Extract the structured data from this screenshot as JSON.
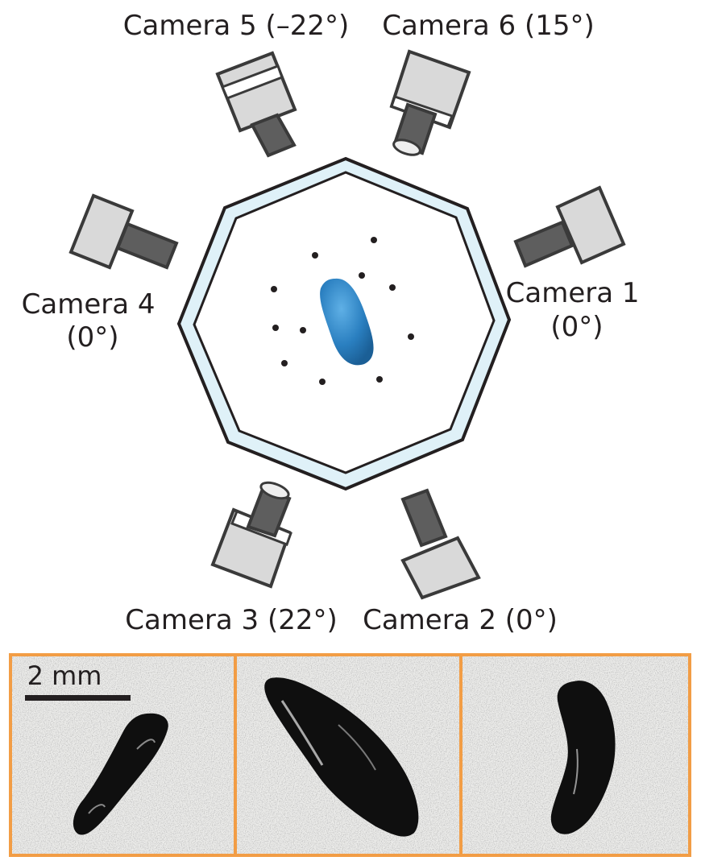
{
  "cameras": [
    {
      "id": "camera-1",
      "label_lines": [
        "Camera 1",
        "(0°)"
      ]
    },
    {
      "id": "camera-2",
      "label_lines": [
        "Camera 2 (0°)"
      ]
    },
    {
      "id": "camera-3",
      "label_lines": [
        "Camera 3 (22°)"
      ]
    },
    {
      "id": "camera-4",
      "label_lines": [
        "Camera 4",
        "(0°)"
      ]
    },
    {
      "id": "camera-5",
      "label_lines": [
        "Camera 5  (–22°)"
      ]
    },
    {
      "id": "camera-6",
      "label_lines": [
        "Camera 6 (15°)"
      ]
    }
  ],
  "scale_bar": {
    "label": "2 mm"
  },
  "colors": {
    "tank_glass": "#dff1f8",
    "tank_outline": "#231f20",
    "specimen": "#2a7fc0",
    "panel_frame": "#f29d45",
    "camera_body": "#d9d9d9",
    "camera_lens": "#5e5e5e"
  }
}
